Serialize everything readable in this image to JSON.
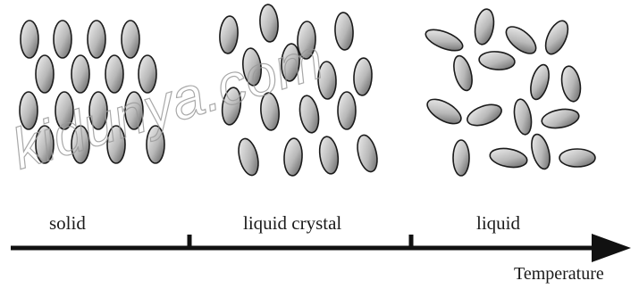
{
  "phases": {
    "solid": "solid",
    "liquid_crystal": "liquid crystal",
    "liquid": "liquid"
  },
  "axis": {
    "label": "Temperature"
  },
  "watermark": {
    "text": "kidunya.com"
  },
  "colors": {
    "molecule_light": "#f2f2f2",
    "molecule_dark": "#5a5a5a",
    "outline": "#1a1a1a",
    "axis": "#111111"
  }
}
